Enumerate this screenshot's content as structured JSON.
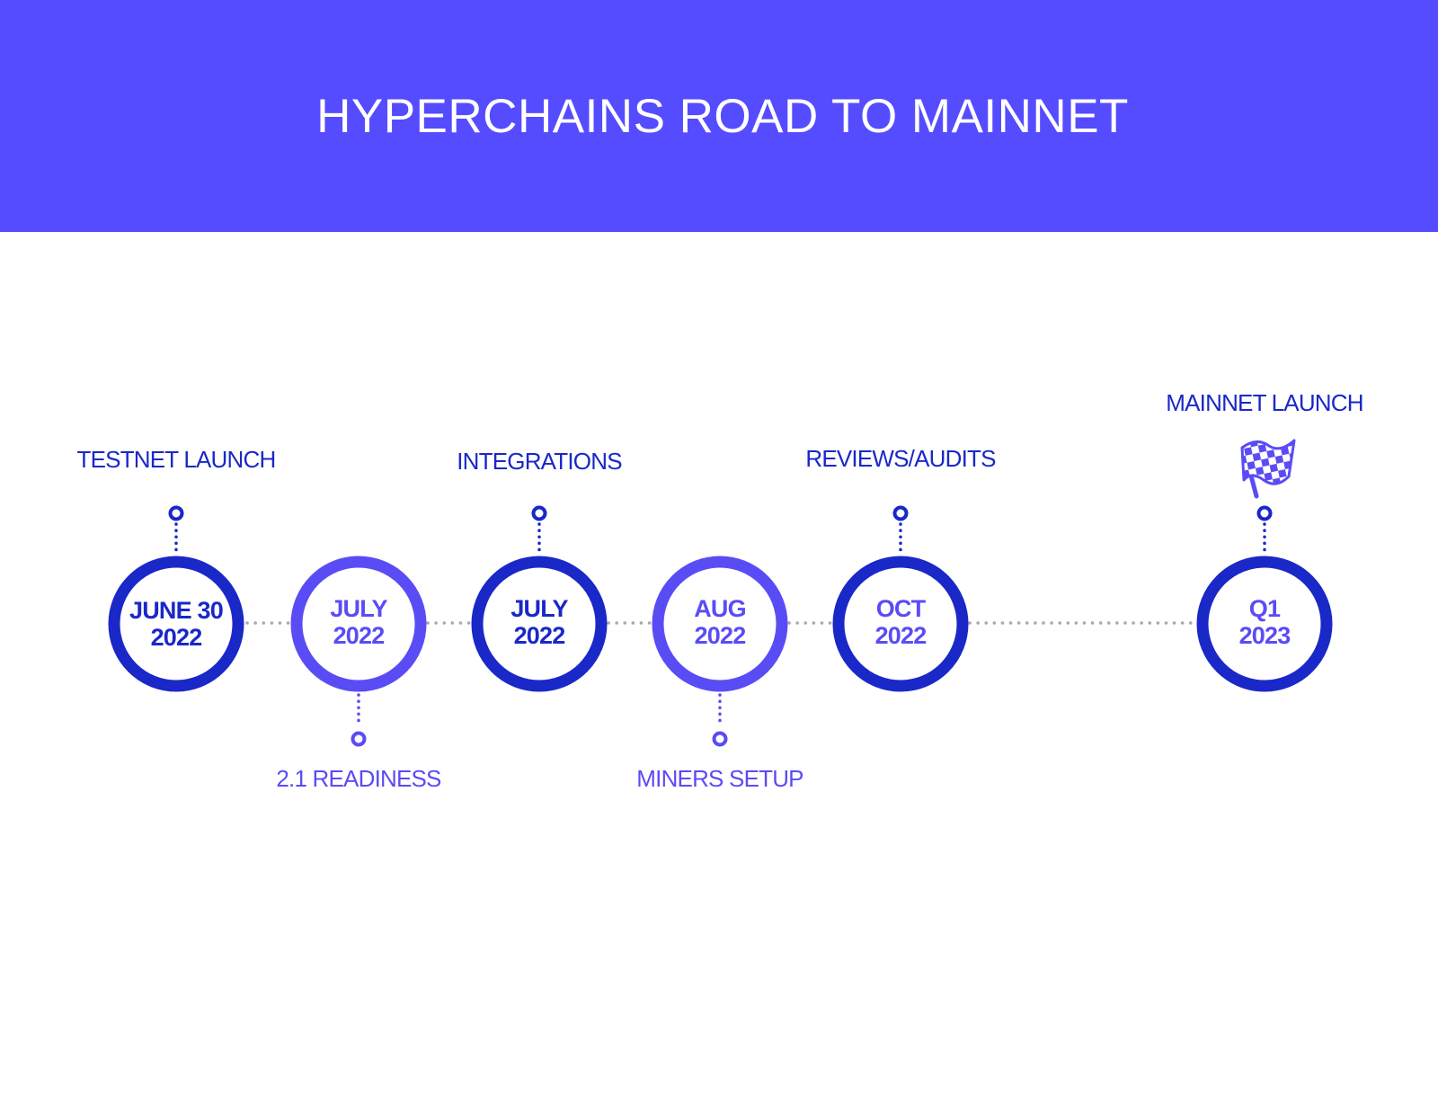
{
  "header": {
    "title": "HYPERCHAINS ROAD TO MAINNET"
  },
  "colors": {
    "header_bg": "#554cff",
    "dark_blue": "#1a28c8",
    "light_purple": "#5a4cf5",
    "connector_gray": "#a9a9a9"
  },
  "milestones": [
    {
      "date_line1": "JUNE 30",
      "date_line2": "2022",
      "label": "TESTNET LAUNCH",
      "label_position": "above",
      "tone": "dark"
    },
    {
      "date_line1": "JULY",
      "date_line2": "2022",
      "label": "2.1 READINESS",
      "label_position": "below",
      "tone": "light"
    },
    {
      "date_line1": "JULY",
      "date_line2": "2022",
      "label": "INTEGRATIONS",
      "label_position": "above",
      "tone": "dark"
    },
    {
      "date_line1": "AUG",
      "date_line2": "2022",
      "label": "MINERS SETUP",
      "label_position": "below",
      "tone": "light"
    },
    {
      "date_line1": "OCT",
      "date_line2": "2022",
      "label": "REVIEWS/AUDITS",
      "label_position": "above",
      "tone": "dark"
    },
    {
      "date_line1": "Q1",
      "date_line2": "2023",
      "label": "MAINNET LAUNCH",
      "label_position": "above",
      "tone": "dark",
      "icon": "checkered-flag-icon"
    }
  ]
}
